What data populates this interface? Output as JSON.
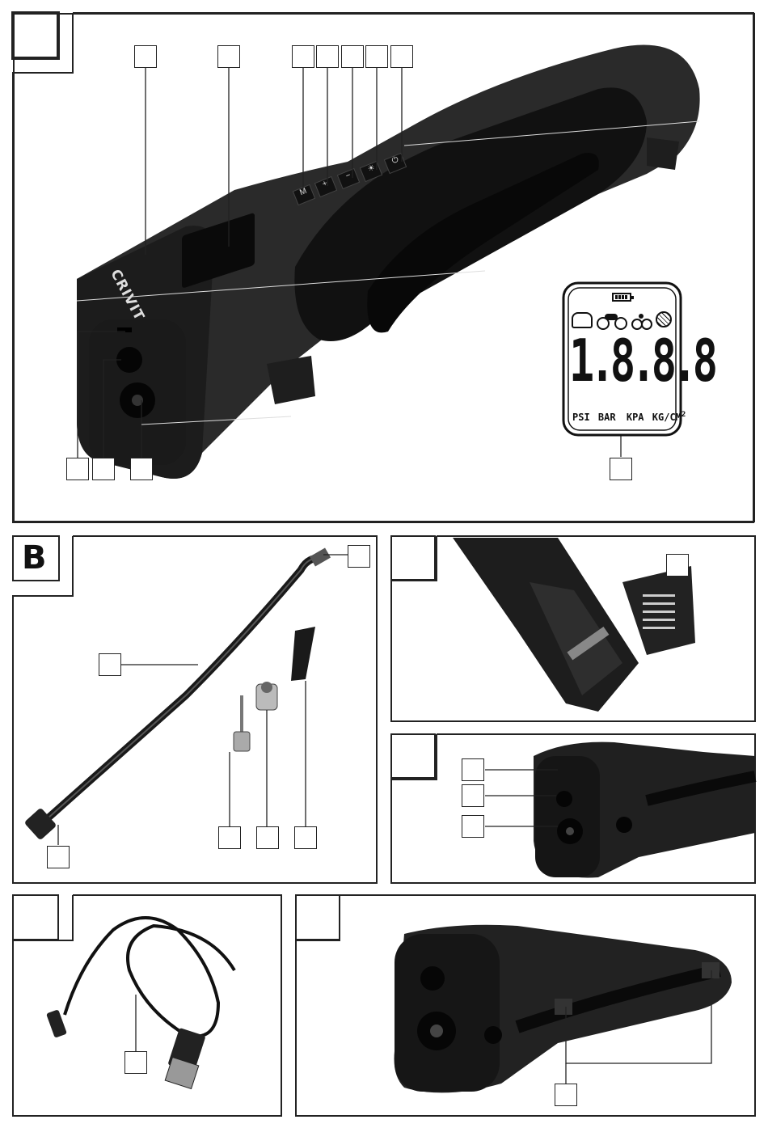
{
  "panels": {
    "a": {
      "letter": ""
    },
    "b": {
      "letter": "B"
    },
    "c": {
      "letter": ""
    },
    "d": {
      "letter": ""
    },
    "e": {
      "letter": ""
    },
    "f": {
      "letter": ""
    }
  },
  "device": {
    "brand": "CRIVIT",
    "buttons": [
      "M",
      "+",
      "−",
      "☀",
      "⏻"
    ]
  },
  "lcd": {
    "digits": "1.8.8.8",
    "units": [
      "PSI",
      "BAR",
      "KPA",
      "KG/CM",
      "2"
    ],
    "icons": [
      "battery-icon",
      "car-icon",
      "motorcycle-icon",
      "bicycle-icon",
      "ball-icon"
    ]
  }
}
